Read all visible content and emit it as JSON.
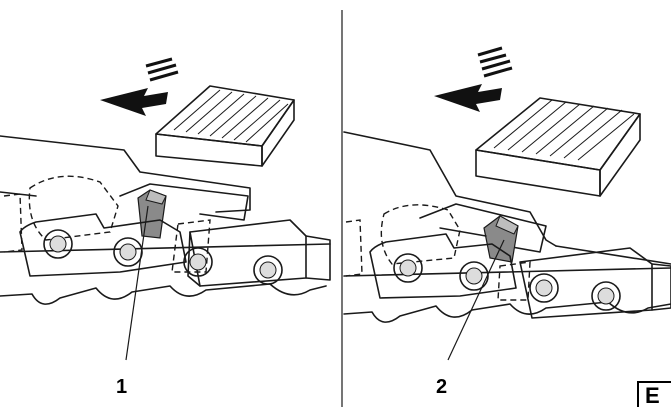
{
  "left_panel": {
    "callout": "1"
  },
  "right_panel": {
    "callout": "2"
  },
  "section_tag": "E",
  "colors": {
    "ink": "#1a1a1a",
    "shade": "#8a8a8a",
    "highlight": "#bdbdbd"
  }
}
